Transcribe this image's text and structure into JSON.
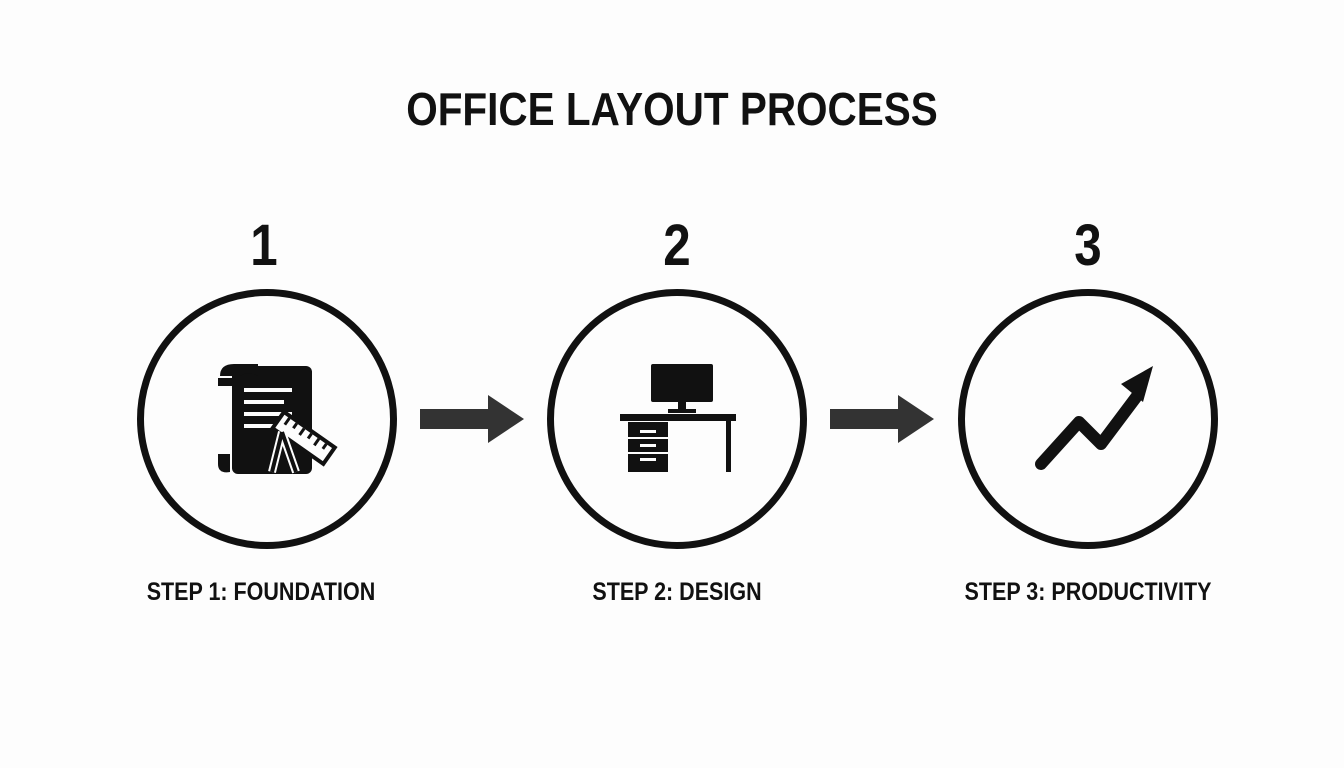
{
  "title": "OFFICE LAYOUT PROCESS",
  "colors": {
    "ink": "#111111",
    "background": "#fdfdfd"
  },
  "steps": [
    {
      "number": "1",
      "label": "STEP 1: FOUNDATION",
      "icon": "blueprint-ruler-icon"
    },
    {
      "number": "2",
      "label": "STEP 2: DESIGN",
      "icon": "desk-computer-icon"
    },
    {
      "number": "3",
      "label": "STEP 3: PRODUCTIVITY",
      "icon": "trend-up-arrow-icon"
    }
  ]
}
